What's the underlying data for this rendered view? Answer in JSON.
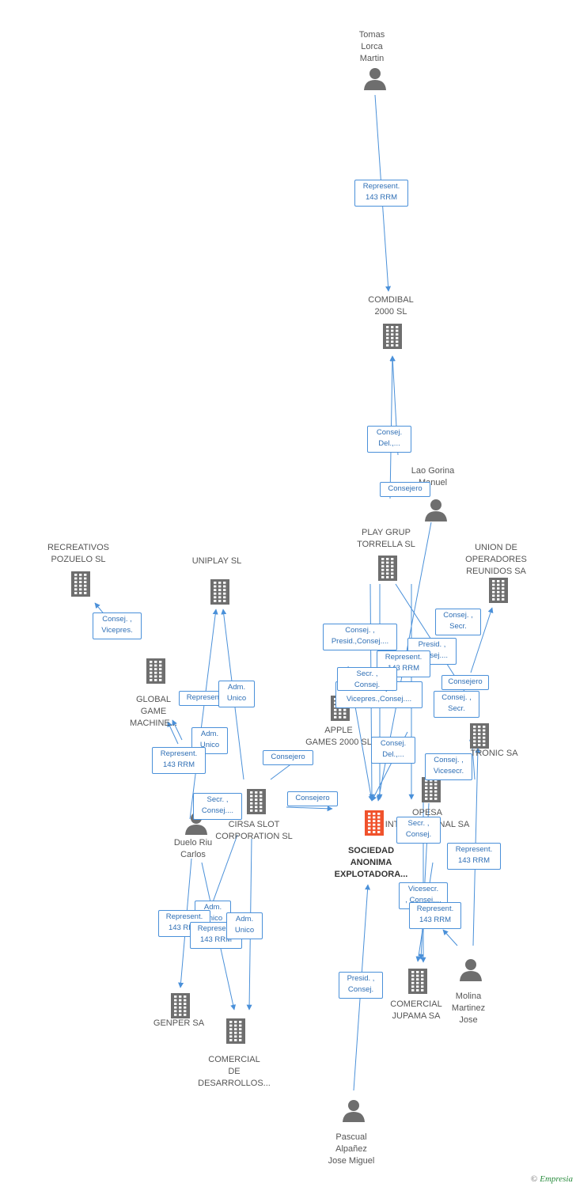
{
  "colors": {
    "edge": "#4a90d9",
    "node": "#6e6e6e",
    "main_node": "#f0522c",
    "person": "#6e6e6e"
  },
  "brand": {
    "symbol": "©",
    "name": "Empresia"
  },
  "nodes": [
    {
      "id": "tomas",
      "type": "person",
      "label": "Tomas\nLorca\nMartin"
    },
    {
      "id": "combidal",
      "type": "company",
      "label": "COMDIBAL\n2000 SL"
    },
    {
      "id": "lao",
      "type": "person",
      "label": "Lao Gorina\nManuel"
    },
    {
      "id": "playgrup",
      "type": "company",
      "label": "PLAY GRUP\nTORRELLA SL"
    },
    {
      "id": "union",
      "type": "company",
      "label": "UNION DE\nOPERADORES\nREUNIDOS SA"
    },
    {
      "id": "recreativos",
      "type": "company",
      "label": "RECREATIVOS\nPOZUELO SL"
    },
    {
      "id": "uniplay",
      "type": "company",
      "label": "UNIPLAY SL"
    },
    {
      "id": "global",
      "type": "company",
      "label": "GLOBAL\nGAME\nMACHINE..."
    },
    {
      "id": "apple",
      "type": "company",
      "label": "APPLE\nGAMES 2000 SL"
    },
    {
      "id": "tronic",
      "type": "company",
      "label": "...TRONIC SA"
    },
    {
      "id": "opesa",
      "type": "company",
      "label": "OPESA\nINTERNACIONAL SA"
    },
    {
      "id": "cirsa",
      "type": "company",
      "label": "CIRSA SLOT\nCORPORATION SL"
    },
    {
      "id": "duelo",
      "type": "person",
      "label": "Duelo Riu\nCarlos"
    },
    {
      "id": "sae",
      "type": "company_main",
      "label": "SOCIEDAD\nANONIMA\nEXPLOTADORA..."
    },
    {
      "id": "jupama",
      "type": "company",
      "label": "COMERCIAL\nJUPAMA SA"
    },
    {
      "id": "molina",
      "type": "person",
      "label": "Molina\nMartinez\nJose"
    },
    {
      "id": "genper",
      "type": "company",
      "label": "GENPER SA"
    },
    {
      "id": "comercial_des",
      "type": "company",
      "label": "COMERCIAL\nDE\nDESARROLLOS..."
    },
    {
      "id": "pascual",
      "type": "person",
      "label": "Pascual\nAlpañez\nJose Miguel"
    }
  ],
  "edge_labels": [
    "Represent.\n143 RRM",
    "Consej.\nDel.,...",
    "Consejero",
    "Consej. ,\nVicepres.",
    "Consej. ,\nSecr.",
    "Consej. ,\nPresid.,Consej....",
    "Presid. ,\nConsej....",
    "Represent.\n143 RRM",
    "Consejero",
    "Consej. ,\nSecr.",
    "Consej. ,\nVicepres.,Consej....",
    "Consej.\nDel.,...",
    "Consej. ,\nVicesecr.",
    "Secr. ,\nConsej.",
    "Represent.\n143 RRM",
    "Vicesecr.\n, Consej....",
    "Represent.\n143 RRM",
    "Represent.",
    "Adm.\nUnico",
    "Adm.\nUnico",
    "Represent.\n143 RRM",
    "Secr. ,\nConsej....",
    "Consejero",
    "Consejero",
    "Adm.\nUnico",
    "Represent.\n143 RRM",
    "Represent.\n143 RRM",
    "Adm.\nUnico",
    "Presid. ,\nConsej.",
    "Secr. ,\nConsej."
  ]
}
